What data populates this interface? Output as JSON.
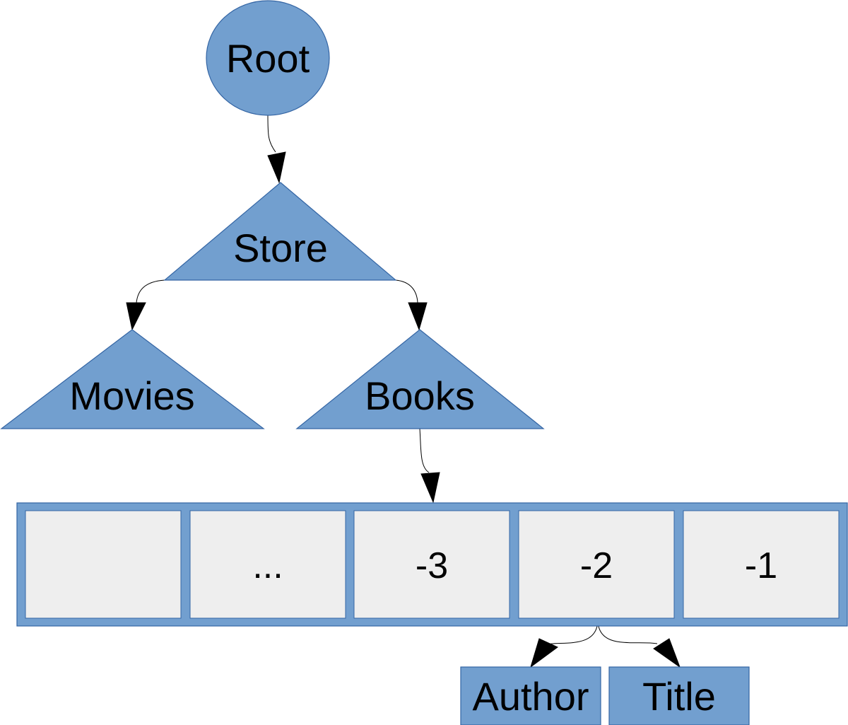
{
  "colors": {
    "node_fill": "#729fcf",
    "node_stroke": "#3465a4",
    "cell_fill": "#eeeeee",
    "edge": "#000000"
  },
  "nodes": {
    "root": "Root",
    "store": "Store",
    "movies": "Movies",
    "books": "Books",
    "author": "Author",
    "title": "Title"
  },
  "array": {
    "cells": [
      "",
      "...",
      "-3",
      "-2",
      "-1"
    ]
  }
}
